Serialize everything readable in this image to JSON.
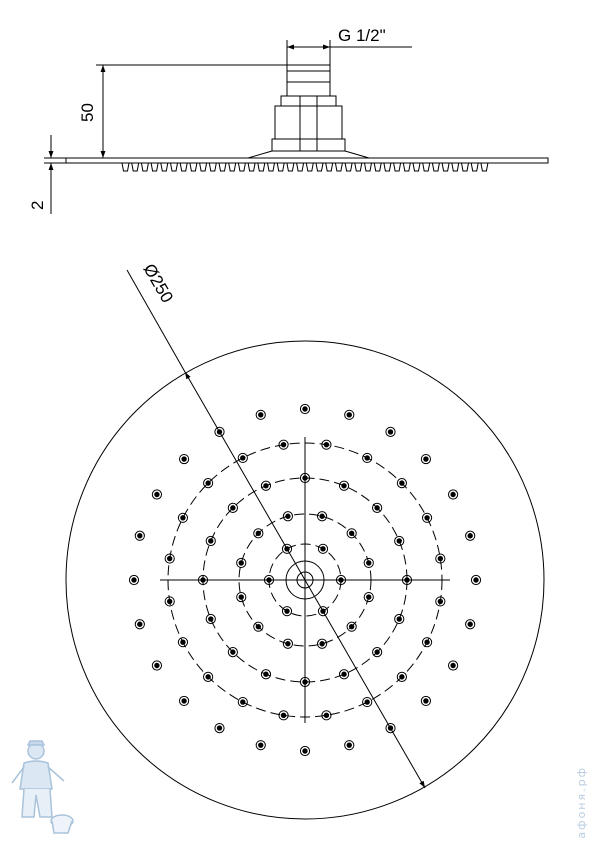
{
  "labels": {
    "thread": "G 1/2\"",
    "height": "50",
    "thickness": "2",
    "diameter": "Ø250"
  },
  "watermark": "афоня.рф",
  "colors": {
    "line": "#000000",
    "watermark": "#b9cde0"
  },
  "icons": {
    "mascot": "plumber-mascot-icon",
    "nozzle": "nozzle-icon"
  }
}
